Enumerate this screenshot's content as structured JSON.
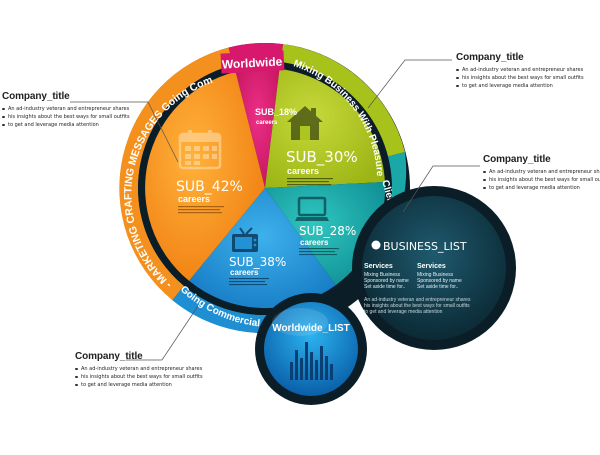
{
  "ring": {
    "worldwide_label": "Worldwide",
    "right_arc_label": "Mixing Business With Pleasure",
    "clients_label": "Clients",
    "left_arc_label": "- MARKETING CRAFTING MESSAGES Going Commercial.",
    "bottom_arc_label": "Going Commercial"
  },
  "segments": [
    {
      "id": "magenta",
      "title": "SUB_18%",
      "subtitle": "careers",
      "value": 18,
      "color": "#d8186c",
      "icon": "none"
    },
    {
      "id": "green",
      "title": "SUB_30%",
      "subtitle": "careers",
      "value": 30,
      "color": "#a8c21c",
      "icon": "house-icon"
    },
    {
      "id": "teal",
      "title": "SUB_28%",
      "subtitle": "careers",
      "value": 28,
      "color": "#1aa7a7",
      "icon": "laptop-icon"
    },
    {
      "id": "blue",
      "title": "SUB_38%",
      "subtitle": "careers",
      "value": 38,
      "color": "#1e8fd2",
      "icon": "tv-icon"
    },
    {
      "id": "orange",
      "title": "SUB_42%",
      "subtitle": "careers",
      "value": 42,
      "color": "#f4901e",
      "icon": "calendar-icon"
    }
  ],
  "business": {
    "title": "BUSINESS_LIST",
    "col1_header": "Services",
    "col1_items": [
      "Mixing Business",
      "Sponsored by name",
      "Set aside time for.."
    ],
    "col2_header": "Services",
    "col2_items": [
      "Mixing Business",
      "Sponsored by name",
      "Set aside time for.."
    ],
    "description_line1": "An ad-industry veteran and entrepreneur shares",
    "description_line2": "his insights about the best ways for small outfits",
    "description_line3": "to get and leverage media attention"
  },
  "worldwide_list": {
    "title": "Worldwide_LIST",
    "bar_levels": [
      0.45,
      0.75,
      0.55,
      0.95,
      0.7,
      0.5,
      0.85,
      0.6,
      0.4
    ]
  },
  "callouts": {
    "top_right": {
      "title": "Company_title",
      "lines": [
        "An ad-industry veteran and entrepreneur shares",
        "his insights about the best ways for small outfits",
        "to get and leverage media attention"
      ]
    },
    "mid_right": {
      "title": "Company_title",
      "lines": [
        "An ad-industry veteran and entrepreneur shares",
        "his insights about the best ways for small outfits",
        "to get and leverage media attention"
      ]
    },
    "left": {
      "title": "Company_title",
      "lines": [
        "An ad-industry veteran and entrepreneur shares",
        "his insights about the best ways for small outfits",
        "to get and leverage media attention"
      ]
    },
    "bottom": {
      "title": "Company_title",
      "lines": [
        "An ad-industry veteran and entrepreneur shares",
        "his insights about the best ways for small outfits",
        "to get and leverage media attention"
      ]
    }
  }
}
